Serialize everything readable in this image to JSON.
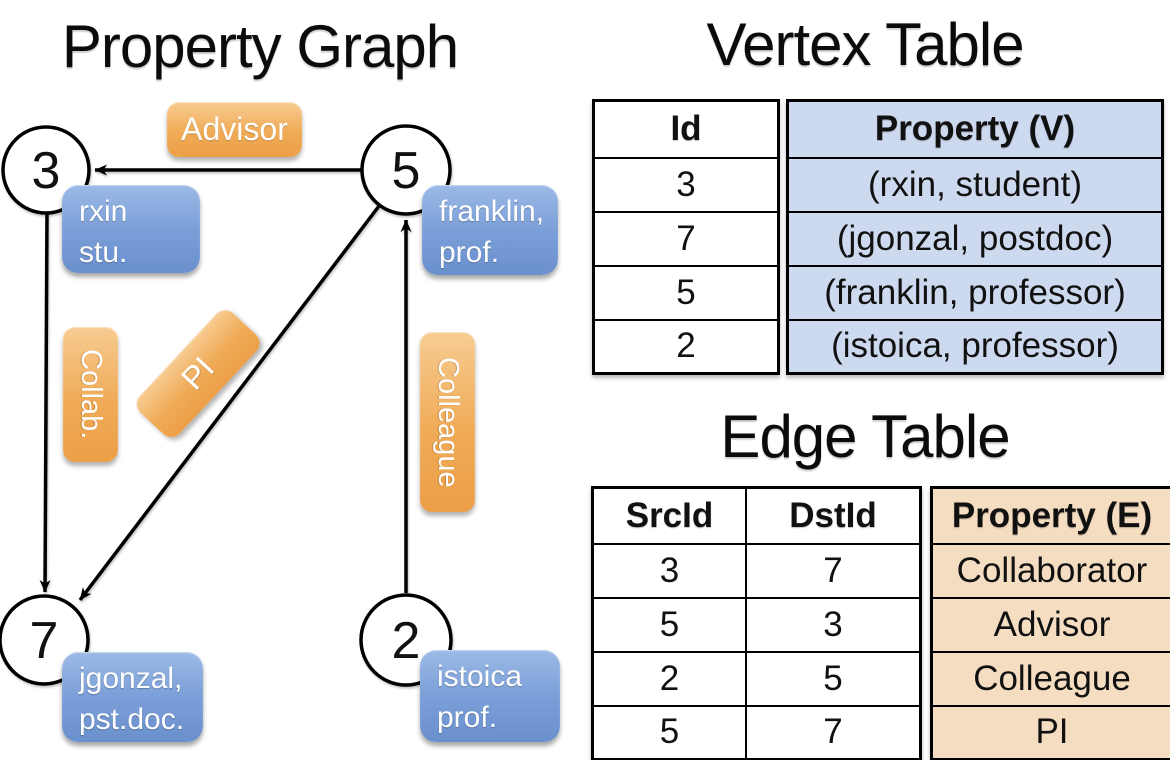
{
  "graph": {
    "title": "Property Graph",
    "nodes": [
      {
        "id": "3",
        "label_lines": [
          "rxin",
          "stu."
        ]
      },
      {
        "id": "5",
        "label_lines": [
          "franklin,",
          "prof."
        ]
      },
      {
        "id": "7",
        "label_lines": [
          "jgonzal,",
          "pst.doc."
        ]
      },
      {
        "id": "2",
        "label_lines": [
          "istoica",
          "prof."
        ]
      }
    ],
    "edges": [
      {
        "from": "5",
        "to": "3",
        "label": "Advisor"
      },
      {
        "from": "3",
        "to": "7",
        "label": "Collab."
      },
      {
        "from": "5",
        "to": "7",
        "label": "PI"
      },
      {
        "from": "2",
        "to": "5",
        "label": "Colleague"
      }
    ]
  },
  "vertex_table": {
    "title": "Vertex Table",
    "columns": {
      "id": "Id",
      "property": "Property (V)"
    },
    "rows": [
      [
        "3",
        "(rxin, student)"
      ],
      [
        "7",
        "(jgonzal, postdoc)"
      ],
      [
        "5",
        "(franklin, professor)"
      ],
      [
        "2",
        "(istoica, professor)"
      ]
    ]
  },
  "edge_table": {
    "title": "Edge Table",
    "columns": {
      "src": "SrcId",
      "dst": "DstId",
      "property": "Property (E)"
    },
    "rows": [
      [
        "3",
        "7",
        "Collaborator"
      ],
      [
        "5",
        "3",
        "Advisor"
      ],
      [
        "2",
        "5",
        "Colleague"
      ],
      [
        "5",
        "7",
        "PI"
      ]
    ]
  },
  "colors": {
    "vertex_cell_blue": "#cdd9ef",
    "edge_cell_tan": "#f5ddc1",
    "vertex_box_blue_top": "#9cbae6",
    "vertex_box_blue_bottom": "#6a90cd",
    "edge_badge_orange_top": "#f7cc92",
    "edge_badge_orange_bottom": "#ec9f47",
    "line_black": "#000000"
  }
}
